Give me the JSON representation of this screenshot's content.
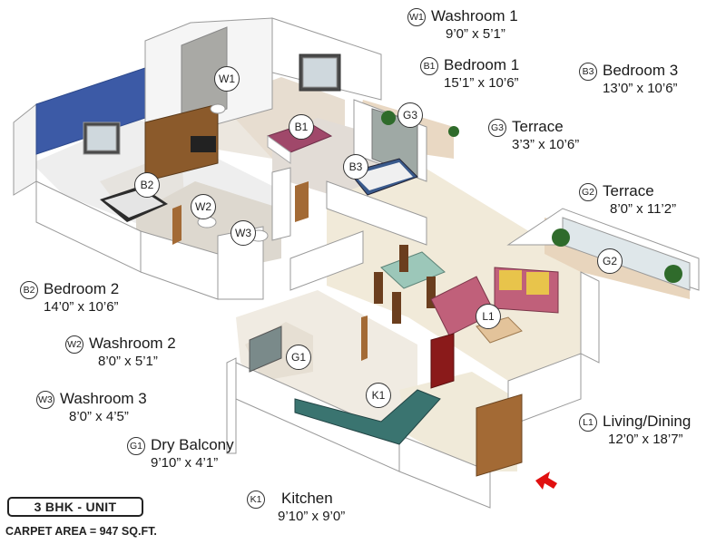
{
  "rooms": [
    {
      "code": "W1",
      "name": "Washroom 1",
      "dims": "9’0” x 5’1”"
    },
    {
      "code": "B1",
      "name": "Bedroom 1",
      "dims": "15’1” x 10’6”"
    },
    {
      "code": "B3",
      "name": "Bedroom 3",
      "dims": "13’0” x 10’6”"
    },
    {
      "code": "G3",
      "name": "Terrace",
      "dims": "3’3” x 10’6”"
    },
    {
      "code": "G2",
      "name": "Terrace",
      "dims": "8’0” x 11’2”"
    },
    {
      "code": "B2",
      "name": "Bedroom 2",
      "dims": "14’0” x 10’6”"
    },
    {
      "code": "W2",
      "name": "Washroom 2",
      "dims": "8’0” x 5’1”"
    },
    {
      "code": "W3",
      "name": "Washroom 3",
      "dims": "8’0” x 4’5”"
    },
    {
      "code": "G1",
      "name": "Dry Balcony",
      "dims": "9’10” x 4’1”"
    },
    {
      "code": "K1",
      "name": "Kitchen",
      "dims": "9’10” x 9’0”"
    },
    {
      "code": "L1",
      "name": "Living/Dining",
      "dims": "12’0” x 18’7”"
    }
  ],
  "unit": {
    "type": "3 BHK - UNIT",
    "carpet_area": "CARPET AREA = 947 SQ.FT."
  },
  "colors": {
    "floor": "#f1ead9",
    "wall": "#ffffff",
    "accent_wall": "#3c5aa6",
    "wood": "#8b5a2b",
    "entry_arrow": "#e01010"
  },
  "icons": [
    "entry-arrow-icon",
    "room-code-badge"
  ]
}
